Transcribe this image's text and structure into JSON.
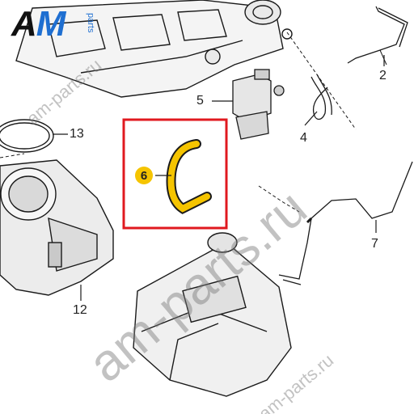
{
  "logo": {
    "brand_a": "A",
    "brand_m": "M",
    "brand_sub": "parts"
  },
  "callouts": {
    "c2": "2",
    "c4": "4",
    "c5": "5",
    "c6": "6",
    "c7": "7",
    "c12": "12",
    "c13": "13"
  },
  "watermark": {
    "text": "am-parts.ru"
  },
  "colors": {
    "highlight_box": "#e0191f",
    "hose_fill": "#f5c400",
    "line": "#1a1a1a",
    "watermark": "#8c8c8c"
  }
}
